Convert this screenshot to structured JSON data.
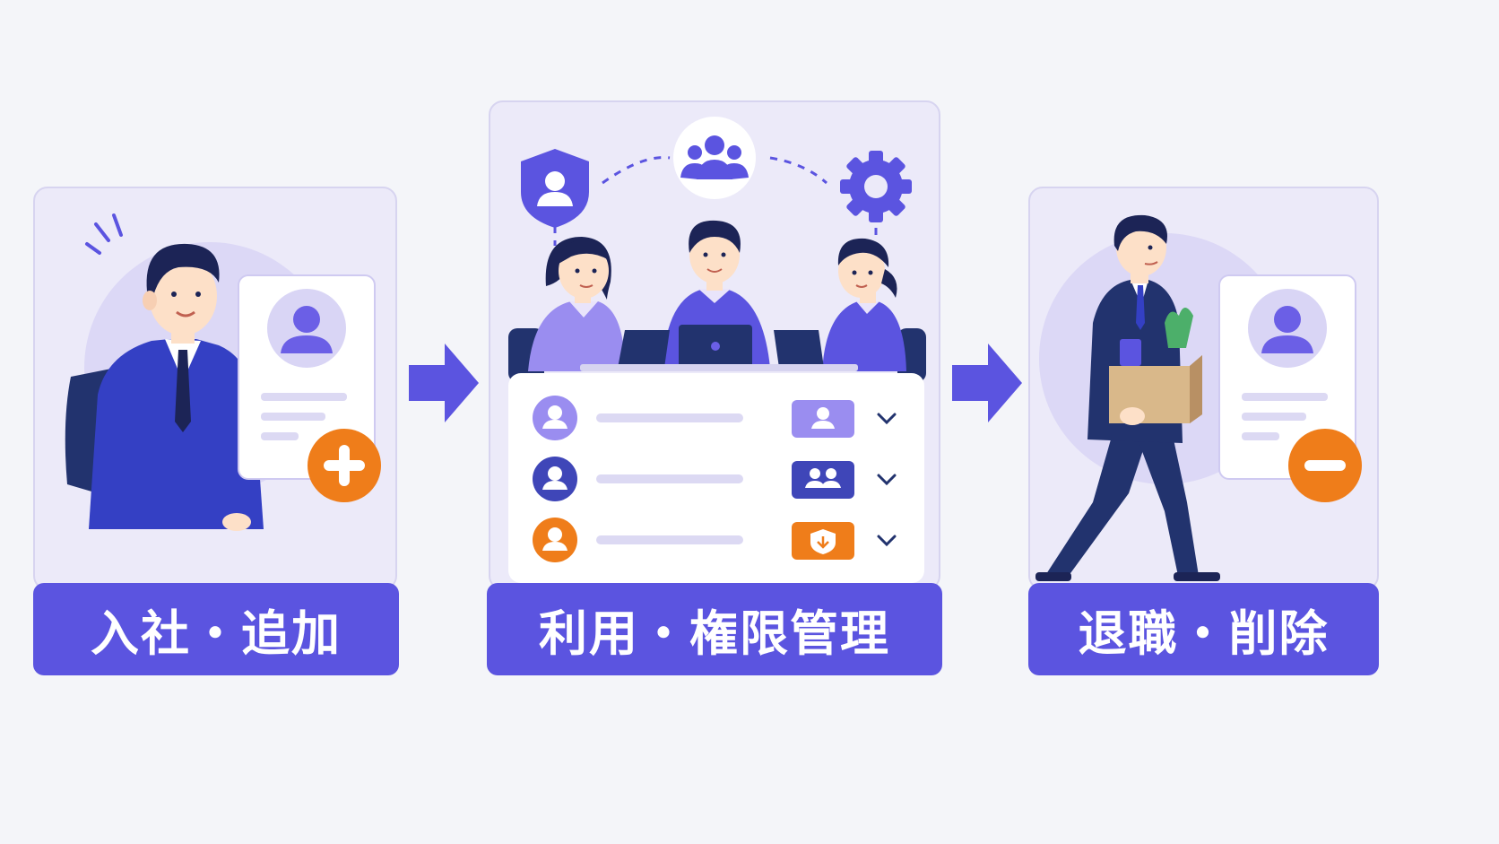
{
  "colors": {
    "accent": "#5b54e0",
    "panel_bg": "#eceaf9",
    "plus_minus": "#ef7d1a",
    "navy": "#1f2f6b",
    "suit_blue": "#3440c4",
    "light_purple": "#9a8df0"
  },
  "steps": [
    {
      "label": "入社・追加",
      "badge_icon": "plus-icon"
    },
    {
      "label": "利用・権限管理",
      "badge_icon": "settings-icon"
    },
    {
      "label": "退職・削除",
      "badge_icon": "minus-icon"
    }
  ],
  "permission_list": [
    {
      "avatar_color": "#9a8df0",
      "role_icon": "user-icon",
      "role_color": "#9a8df0"
    },
    {
      "avatar_color": "#3f46b8",
      "role_icon": "group-icon",
      "role_color": "#3f46b8"
    },
    {
      "avatar_color": "#ef7d1a",
      "role_icon": "shield-icon",
      "role_color": "#ef7d1a"
    }
  ],
  "top_icons": [
    "shield-user-icon",
    "group-icon",
    "gear-icon"
  ]
}
